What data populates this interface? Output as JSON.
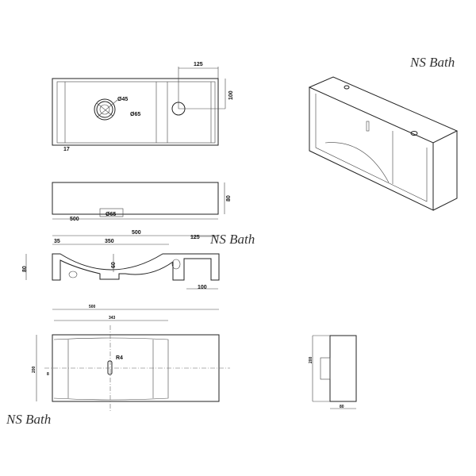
{
  "watermark": "NS Bath",
  "top_view": {
    "d_125": "125",
    "d_100": "100",
    "d_45": "Ø45",
    "d_65": "Ø65",
    "d_17": "17"
  },
  "front_view": {
    "d_80": "80",
    "d_500": "500",
    "d_65": "Ø65"
  },
  "section_view": {
    "d_500": "500",
    "d_35": "35",
    "d_350": "350",
    "d_125": "125",
    "d_60": "60",
    "d_100": "100",
    "d_80": "80"
  },
  "plan_view": {
    "d_500": "500",
    "d_343": "343",
    "d_200": "200",
    "r4": "R4",
    "d_8": "8"
  },
  "side_view": {
    "d_200": "200",
    "d_80": "80"
  }
}
